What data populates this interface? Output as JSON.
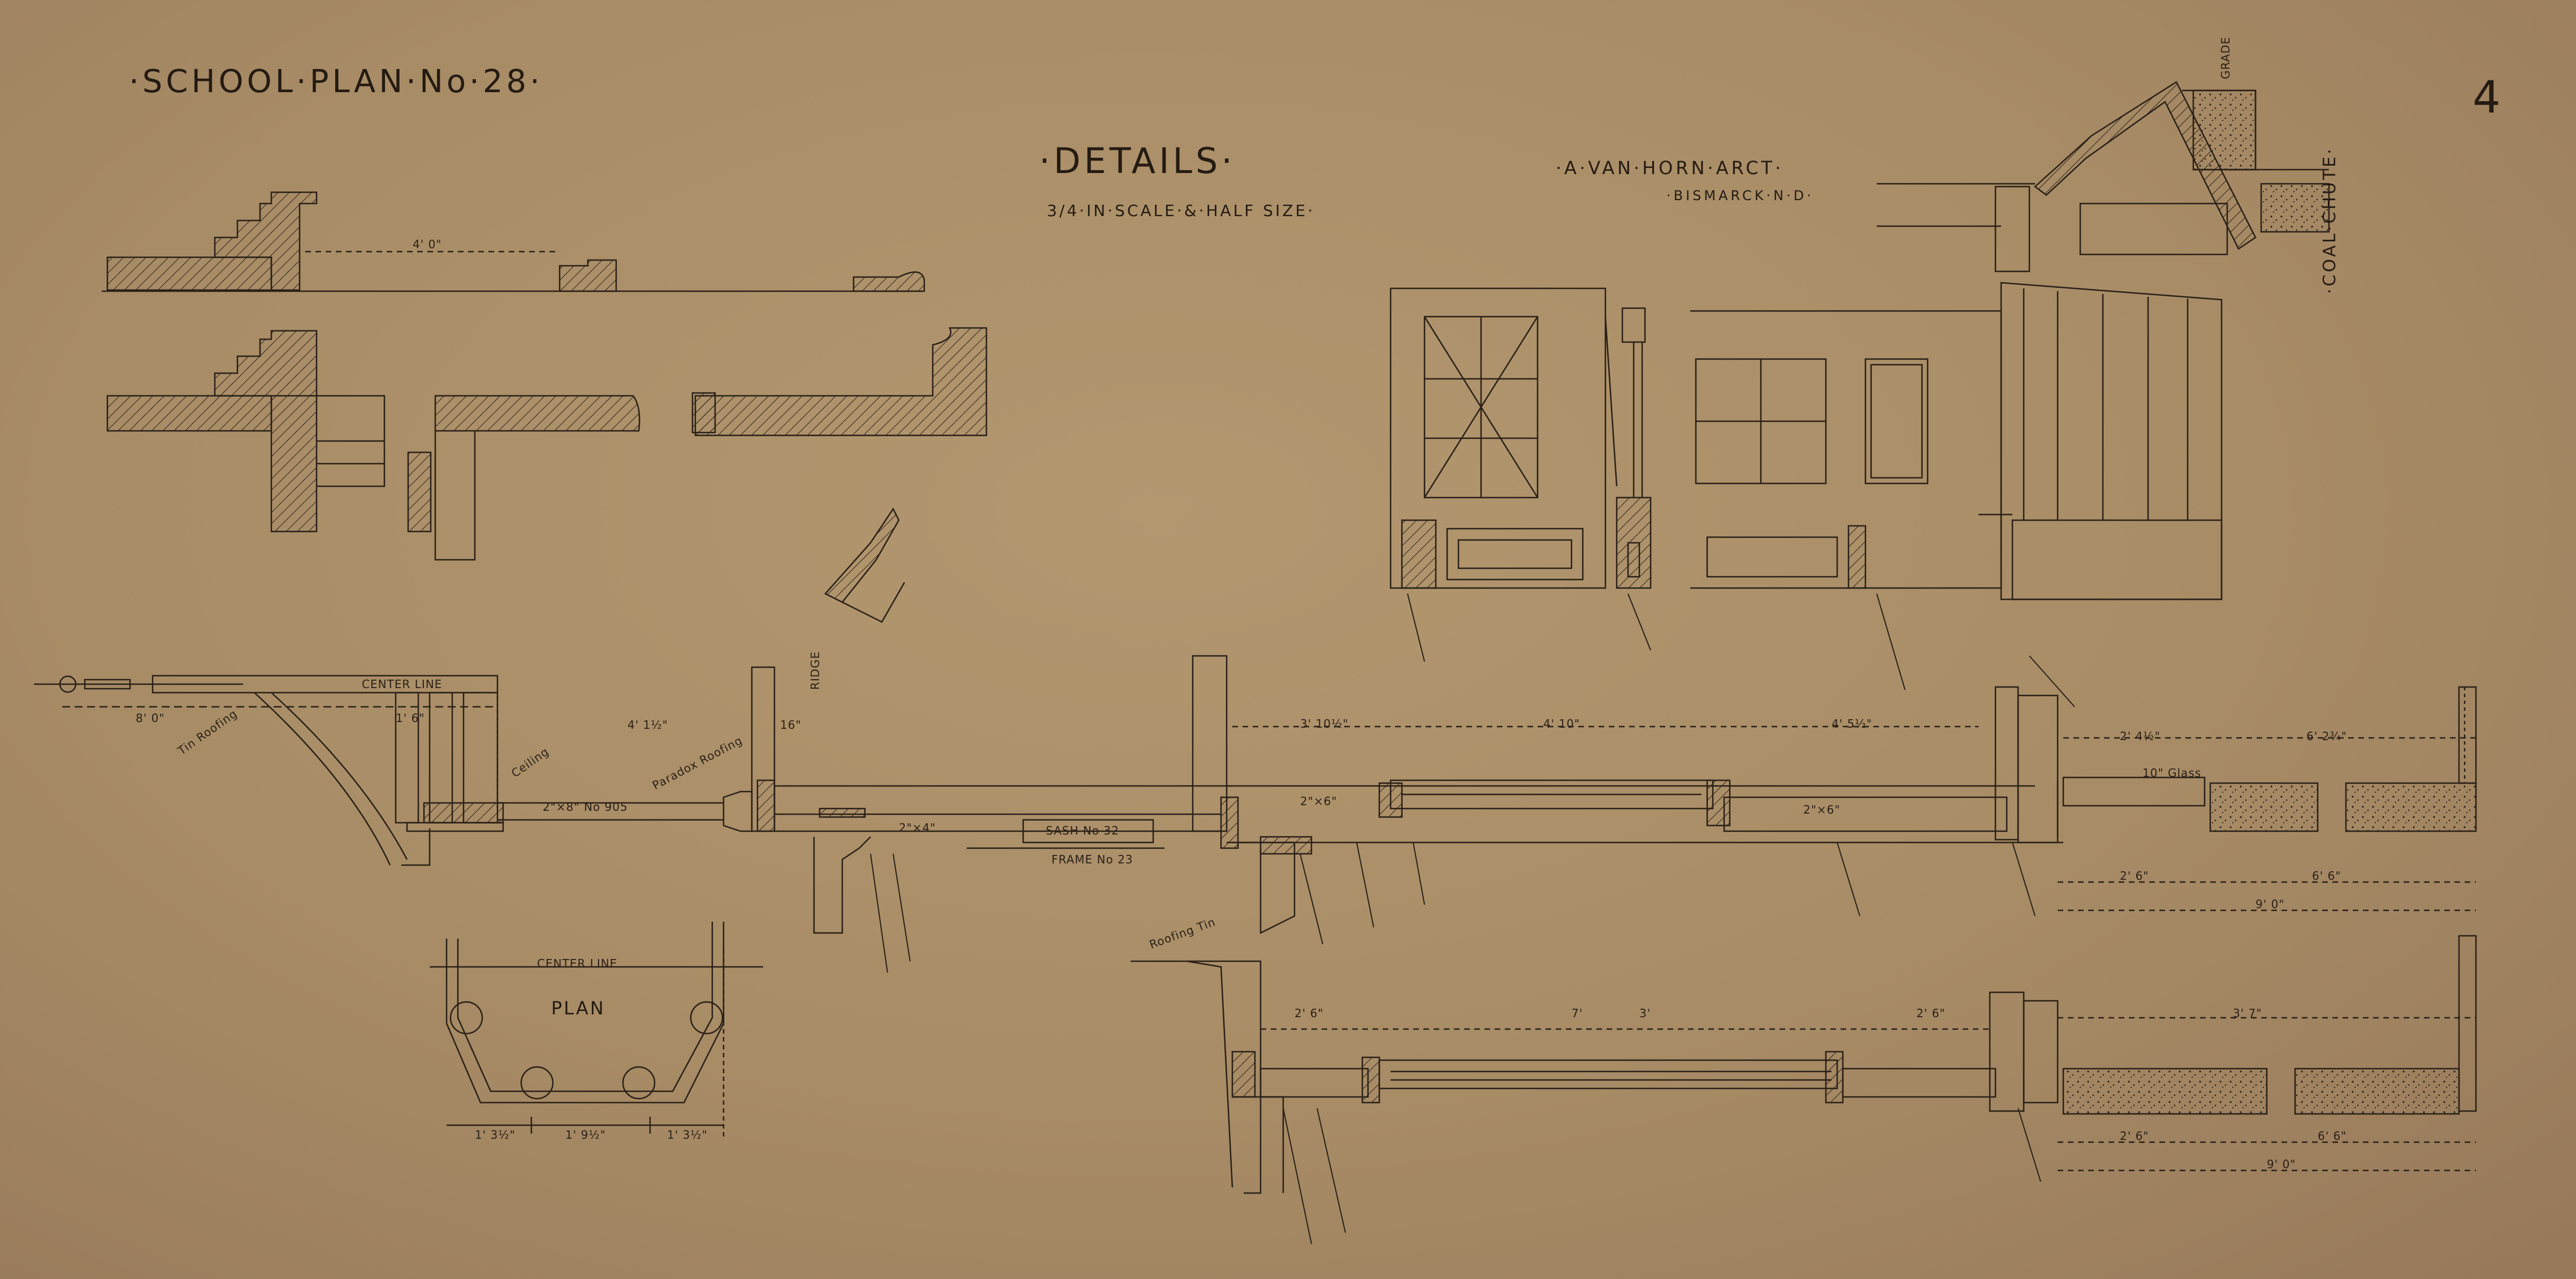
{
  "sheet": {
    "title": "·SCHOOL·PLAN·No·28·",
    "sheet_number": "4",
    "heading": "·DETAILS·",
    "scale_note": "3/4·IN·SCALE·&·HALF SIZE·",
    "architect": "·A·VAN·HORN·ARCT·",
    "location": "·BISMARCK·N·D·",
    "coal_chute": "·COAL·CHUTE·"
  },
  "plan_inset": {
    "title": "PLAN",
    "center_line": "CENTER LINE",
    "dims": [
      "1' 3½\"",
      "1' 9½\"",
      "1' 3½\""
    ]
  },
  "dimensions": {
    "top_row": [
      "4' 0\"",
      "8' 0\"",
      "4' 1½\"",
      "3' 10½\"",
      "4' 10\"",
      "4' 5½\"",
      "2' 4½\"",
      "6' 2¾\"",
      "1' 6\"",
      "16\""
    ],
    "lower_row": [
      "7'",
      "3'",
      "2' 6\"",
      "2' 6\"",
      "3' 7\"",
      "2' 6\"",
      "6' 6\"",
      "9' 0\"",
      "2' 6\"",
      "6' 6\"",
      "9' 0\""
    ]
  },
  "callouts": {
    "center_line": "CENTER LINE",
    "ridge": "RIDGE",
    "paradox_roofing": "Paradox Roofing",
    "tin_roofing": "Tin Roofing",
    "roofing_tin": "Roofing Tin",
    "grade": "GRADE",
    "sash": "SASH No 32",
    "frame": "FRAME No 23",
    "glass": "10\" Glass",
    "ceiling": "Ceiling",
    "beam_2x4": "2\"×4\"",
    "beam_2x6": "2\"×6\"",
    "beam_2x6b": "2\"×6\"",
    "post": "2\"×8\" No 905"
  },
  "colors": {
    "paper": "#a88c66",
    "ink": "#2a2118"
  }
}
